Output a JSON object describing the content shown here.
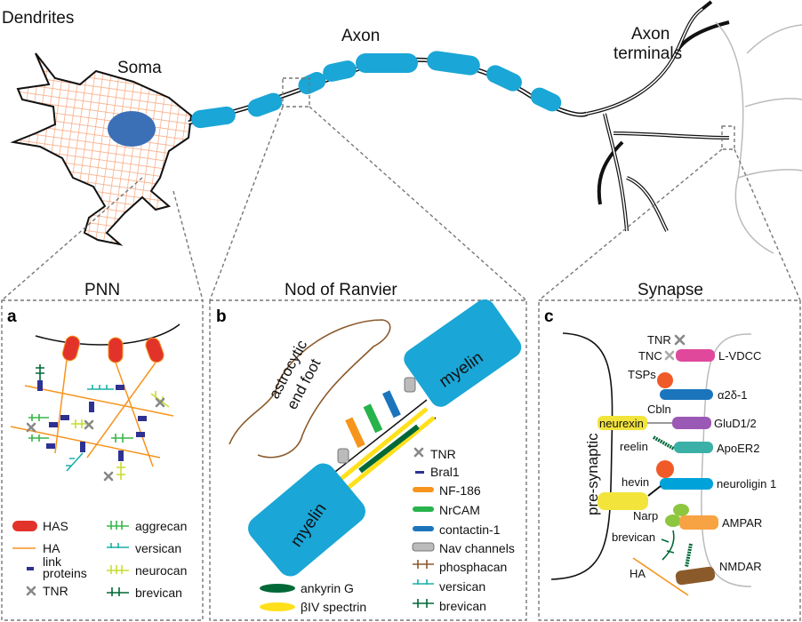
{
  "top": {
    "dendrites": "Dendrites",
    "soma": "Soma",
    "axon": "Axon",
    "axon_terminals_1": "Axon",
    "axon_terminals_2": "terminals"
  },
  "panel_a": {
    "title": "PNN",
    "letter": "a",
    "legend": [
      {
        "label": "HAS",
        "icon": "red-capsule-icon"
      },
      {
        "label": "HA",
        "icon": "orange-line-icon"
      },
      {
        "label": "link",
        "label2": "proteins",
        "icon": "blue-dash-icon"
      },
      {
        "label": "TNR",
        "icon": "gray-cross-icon"
      },
      {
        "label": "aggrecan",
        "icon": "green-branch-icon"
      },
      {
        "label": "versican",
        "icon": "teal-branch-icon"
      },
      {
        "label": "neurocan",
        "icon": "yellow-branch-icon"
      },
      {
        "label": "brevican",
        "icon": "darkgreen-branch-icon"
      }
    ]
  },
  "panel_b": {
    "title": "Nod of Ranvier",
    "letter": "b",
    "astro_1": "astrocytic",
    "astro_2": "end foot",
    "myelin_top": "myelin",
    "myelin_bottom": "myelin",
    "legend": [
      {
        "label": "TNR"
      },
      {
        "label": "Bral1"
      },
      {
        "label": "NF-186"
      },
      {
        "label": "NrCAM"
      },
      {
        "label": "contactin-1"
      },
      {
        "label": "Nav channels"
      },
      {
        "label": "phosphacan"
      },
      {
        "label": "versican"
      },
      {
        "label": "brevican"
      },
      {
        "label": "ankyrin G"
      },
      {
        "label": "βIV spectrin"
      }
    ]
  },
  "panel_c": {
    "title": "Synapse",
    "letter": "c",
    "presynaptic": "pre-synaptic",
    "labels": {
      "tnr": "TNR",
      "tnc": "TNC",
      "lvdcc": "L-VDCC",
      "tsps": "TSPs",
      "a2d1": "α2δ-1",
      "cbln": "Cbln",
      "neurexin": "neurexin",
      "glud": "GluD1/2",
      "reelin": "reelin",
      "apoer2": "ApoER2",
      "hevin": "hevin",
      "neuroligin": "neuroligin 1",
      "narp": "Narp",
      "ampar": "AMPAR",
      "brevican": "brevican",
      "ha": "HA",
      "nmdar": "NMDAR"
    }
  },
  "colors": {
    "myelin": "#1aa6d6",
    "has": "#e2332a",
    "ha": "#f7941d",
    "link": "#2e3192",
    "aggrecan": "#39b54a",
    "versican": "#1ab0a8",
    "neurocan": "#c8dc32",
    "brevican": "#006837",
    "mesh": "#f7a47a",
    "nucleus": "#3b6fb6"
  }
}
